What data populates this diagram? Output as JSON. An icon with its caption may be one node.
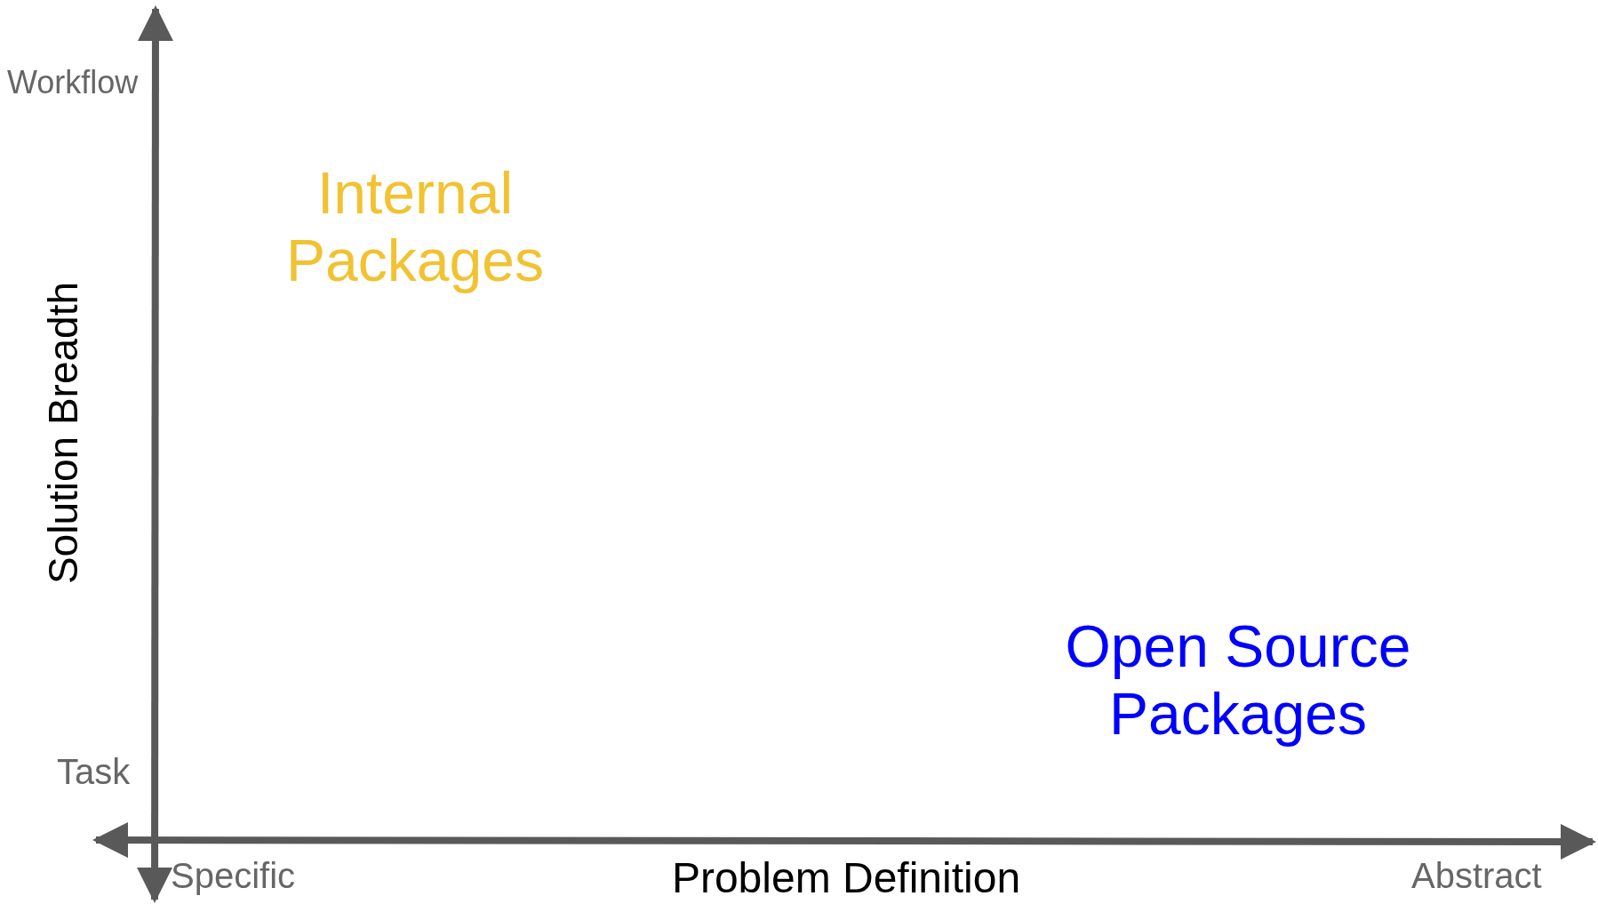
{
  "diagram": {
    "labels": [
      "Workflow",
      "Internal Packages",
      "Solution Breadth",
      "Open Source Packages",
      "Task",
      "Specific",
      "Problem Definition",
      "Abstract"
    ]
  }
}
